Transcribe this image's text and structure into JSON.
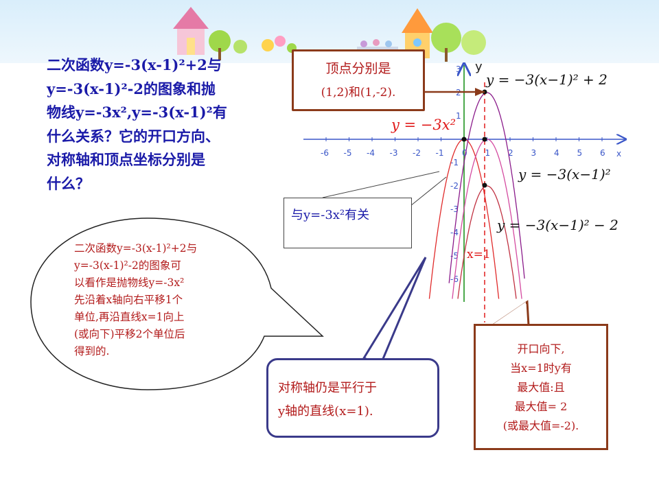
{
  "question": {
    "text": "二次函数y=-3(x-1)²+2与\ny=-3(x-1)²-2的图象和抛\n物线y=-3x²,y=-3(x-1)²有\n什么关系？它的开口方向、\n对称轴和顶点坐标分别是\n什么？"
  },
  "speech_bubble": {
    "text": "二次函数y=-3(x-1)²+2与\ny=-3(x-1)²-2的图象可\n以看作是抛物线y=-3x²\n先沿着x轴向右平移1个\n单位,再沿直线x=1向上\n(或向下)平移2个单位后\n得到的."
  },
  "vertex_box": {
    "line1": "顶点分别是",
    "line2": "(1,2)和(1,-2)."
  },
  "related_box": {
    "text": "与y=-3x²有关"
  },
  "axis_box": {
    "line1": "对称轴仍是平行于",
    "line2": "y轴的直线(x=1)."
  },
  "open_box": {
    "line1": "开口向下,",
    "line2": "当x=1时y有",
    "line3": "最大值:且",
    "line4": "最大值= 2",
    "line5": "(或最大值=-2)."
  },
  "graph": {
    "x_axis_label": "x",
    "y_axis_label": "y",
    "x_ticks": [
      "-6",
      "-5",
      "-4",
      "-3",
      "-2",
      "-1",
      "0",
      "1",
      "2",
      "3",
      "4",
      "5",
      "6"
    ],
    "y_ticks": [
      "3",
      "2",
      "1",
      "-1",
      "-2",
      "-3",
      "-4",
      "-5",
      "-6"
    ],
    "line_label": "x=1",
    "eq_a": "y = −3x²",
    "eq_b": "y = −3(x−1)² + 2",
    "eq_c": "y = −3(x−1)²",
    "eq_d": "y = −3(x−1)² − 2",
    "colors": {
      "a": "#e02a2a",
      "b": "#8a1a8a",
      "c": "#d44aa0",
      "d": "#c03040",
      "symmetry": "#e01a1a"
    }
  }
}
